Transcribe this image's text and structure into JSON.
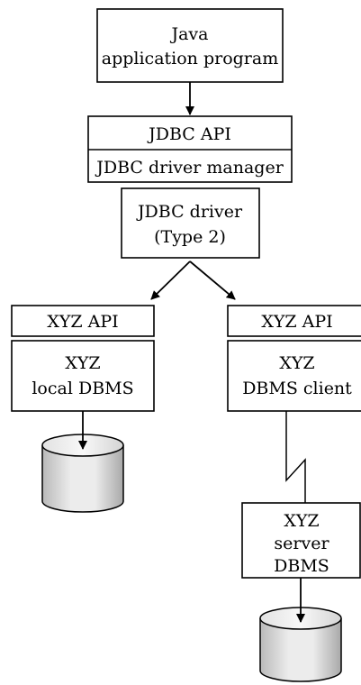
{
  "diagram": {
    "java_app": {
      "line1": "Java",
      "line2": "application program"
    },
    "jdbc_api": "JDBC API",
    "jdbc_driver_manager": "JDBC driver manager",
    "jdbc_driver": {
      "line1": "JDBC driver",
      "line2": "(Type 2)"
    },
    "left_stack": {
      "api": "XYZ API",
      "dbms_line1": "XYZ",
      "dbms_line2": "local DBMS"
    },
    "right_stack": {
      "api": "XYZ API",
      "client_line1": "XYZ",
      "client_line2": "DBMS client"
    },
    "server": {
      "line1": "XYZ",
      "line2": "server",
      "line3": "DBMS"
    }
  }
}
